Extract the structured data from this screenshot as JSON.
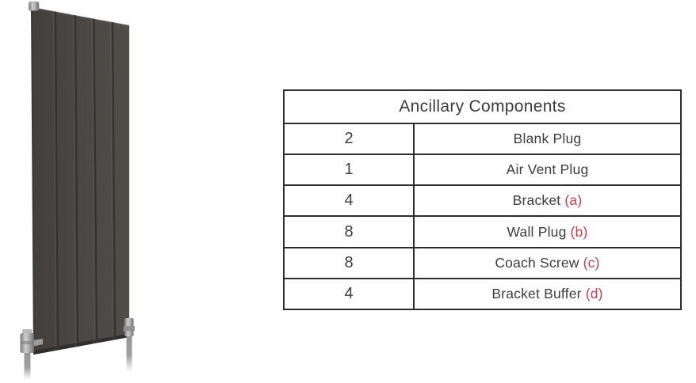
{
  "radiator": {
    "label": "Anthracite vertical 5-panel radiator",
    "panel_count": 5,
    "body_color": "#4a4744",
    "gap_color": "#34322f",
    "valve_color": "#9a9a9a"
  },
  "table": {
    "title": "Ancillary Components",
    "rows": [
      {
        "qty": "2",
        "name": "Blank Plug",
        "ref": ""
      },
      {
        "qty": "1",
        "name": "Air Vent Plug",
        "ref": ""
      },
      {
        "qty": "4",
        "name": "Bracket",
        "ref": "(a)"
      },
      {
        "qty": "8",
        "name": "Wall Plug",
        "ref": "(b)"
      },
      {
        "qty": "8",
        "name": "Coach Screw",
        "ref": "(c)"
      },
      {
        "qty": "4",
        "name": "Bracket Buffer",
        "ref": "(d)"
      }
    ],
    "border_color": "#2d2d2d",
    "text_color": "#3d3d3d",
    "ref_color": "#c43f4e"
  }
}
